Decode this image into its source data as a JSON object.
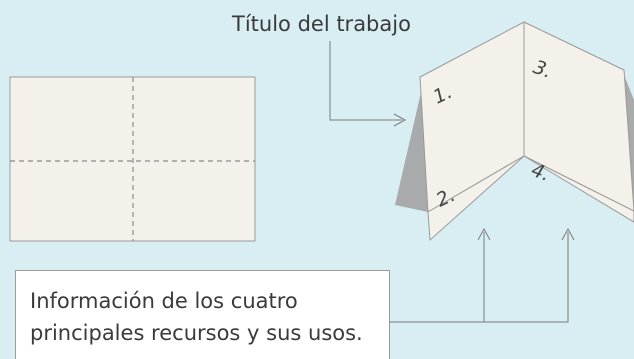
{
  "title_label": "Título del trabajo",
  "info_box": {
    "line1": "Información de los cuatro",
    "line2": "principales recursos y sus usos."
  },
  "page_numbers": [
    "1.",
    "2.",
    "3.",
    "4."
  ],
  "colors": {
    "background": "#d8eef3",
    "paper": "#f3f1ea",
    "paper_shadow": "#a9aaab",
    "fold_line": "#8a8a8a",
    "arrow": "#7a7a7a"
  }
}
